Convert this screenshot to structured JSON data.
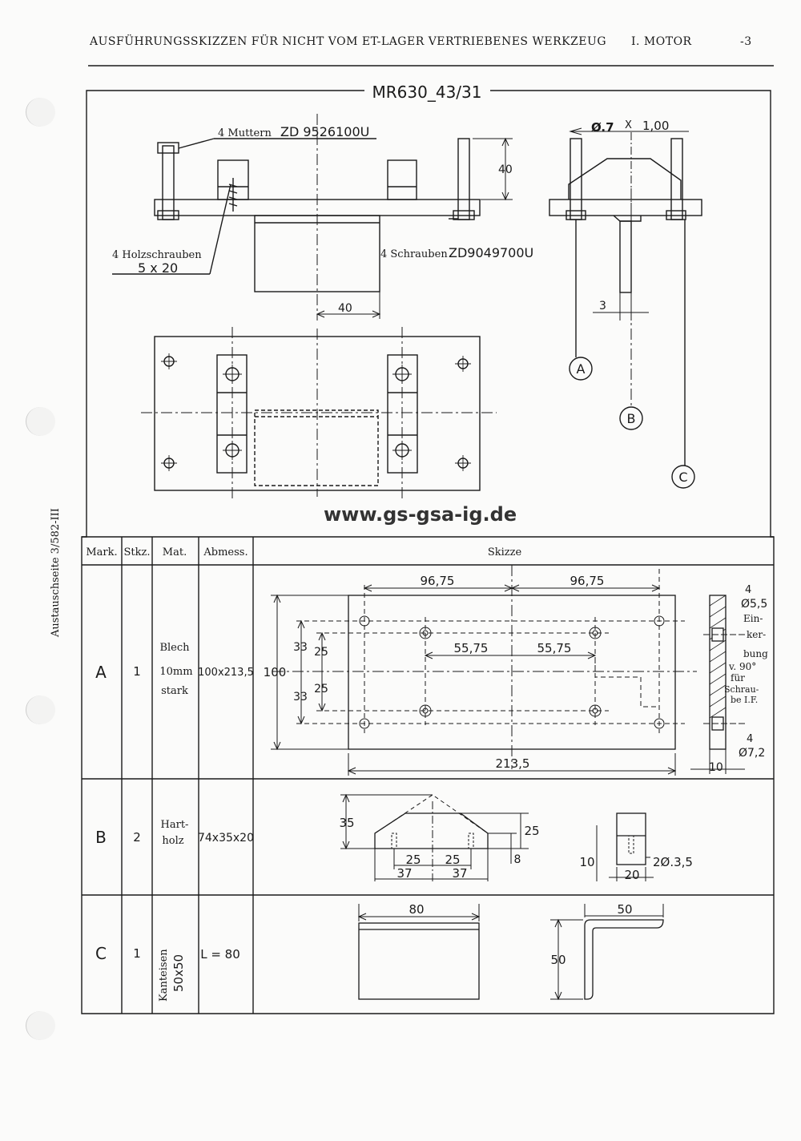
{
  "header": {
    "title": "AUSFÜHRUNGSSKIZZEN FÜR NICHT VOM ET-LAGER VERTRIEBENES WERKZEUG",
    "section": "I. MOTOR",
    "page": "-3"
  },
  "side_note": "Austauschseite 3/582-III",
  "watermark": "www.gs-gsa-ig.de",
  "drawing": {
    "title": "MR630_43/31",
    "muttern_label": "4 Muttern",
    "muttern_code": "ZD 9526100U",
    "holzschrauben_label": "4 Holzschrauben",
    "holzschrauben_size": "5 x 20",
    "schrauben_label": "4 Schrauben",
    "schrauben_code": "ZD9049700U",
    "dim_40_vertical": "40",
    "dim_40_horizontal": "40",
    "dia_label": "Ø.7",
    "x_mark": "X",
    "length_label": "1,00",
    "dim_3": "3",
    "marker_a": "A",
    "marker_b": "B",
    "marker_c": "C"
  },
  "table": {
    "headers": {
      "mark": "Mark.",
      "qty": "Stkz.",
      "mat": "Mat.",
      "dims": "Abmess.",
      "sketch": "Skizze"
    },
    "rows": [
      {
        "mark": "A",
        "qty": "1",
        "mat1": "Blech",
        "mat2": "10mm",
        "mat3": "stark",
        "dims": "100x213,5"
      },
      {
        "mark": "B",
        "qty": "2",
        "mat1": "Hart-",
        "mat2": "holz",
        "dims": "74x35x20"
      },
      {
        "mark": "C",
        "qty": "1",
        "mat1": "Kanteisen",
        "mat2": "50x50",
        "dims": "L = 80"
      }
    ]
  },
  "sketch_a": {
    "d1": "96,75",
    "d2": "96,75",
    "d3": "55,75",
    "d4": "55,75",
    "h100": "100",
    "h33a": "33",
    "h25a": "25",
    "h33b": "33",
    "h25b": "25",
    "w213": "213,5",
    "s4a": "4",
    "s55": "Ø5,5",
    "ein1": "Ein-",
    "ein2": "ker-",
    "ein3": "bung",
    "ein4": "v. 90°",
    "ein5": "für",
    "ein6": "Schrau-",
    "ein7": "be I.F.",
    "s4b": "4",
    "s72": "Ø7,2",
    "s10": "10"
  },
  "sketch_b": {
    "h35": "35",
    "h25": "25",
    "h8": "8",
    "w25a": "25",
    "w25b": "25",
    "w37a": "37",
    "w37b": "37",
    "s10": "10",
    "s20": "20",
    "s2d": "2Ø.3,5"
  },
  "sketch_c": {
    "w80": "80",
    "w50": "50",
    "h50": "50"
  }
}
